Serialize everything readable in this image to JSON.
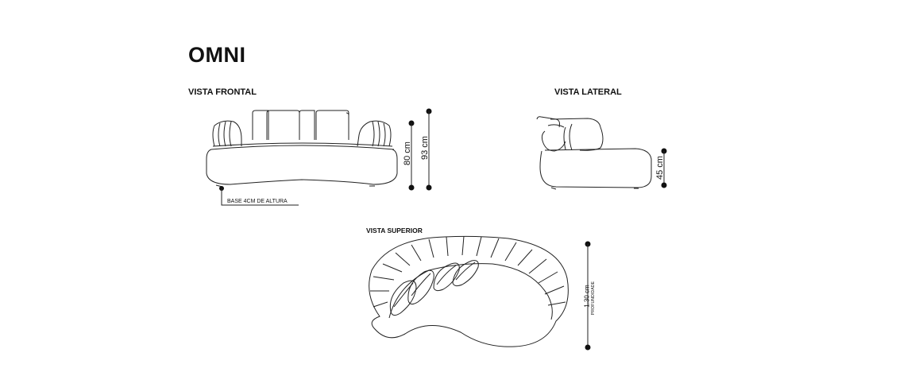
{
  "title": "OMNI",
  "views": {
    "front": "VISTA FRONTAL",
    "side": "VISTA LATERAL",
    "top": "VISTA SUPERIOR"
  },
  "notes": {
    "base": "BASE 4CM DE ALTURA"
  },
  "dimensions": {
    "seat_height": "80 cm",
    "total_height": "93 cm",
    "side_height": "45 cm",
    "depth": "1.30 cm",
    "depth_label": "PROFUNDIDADE"
  }
}
